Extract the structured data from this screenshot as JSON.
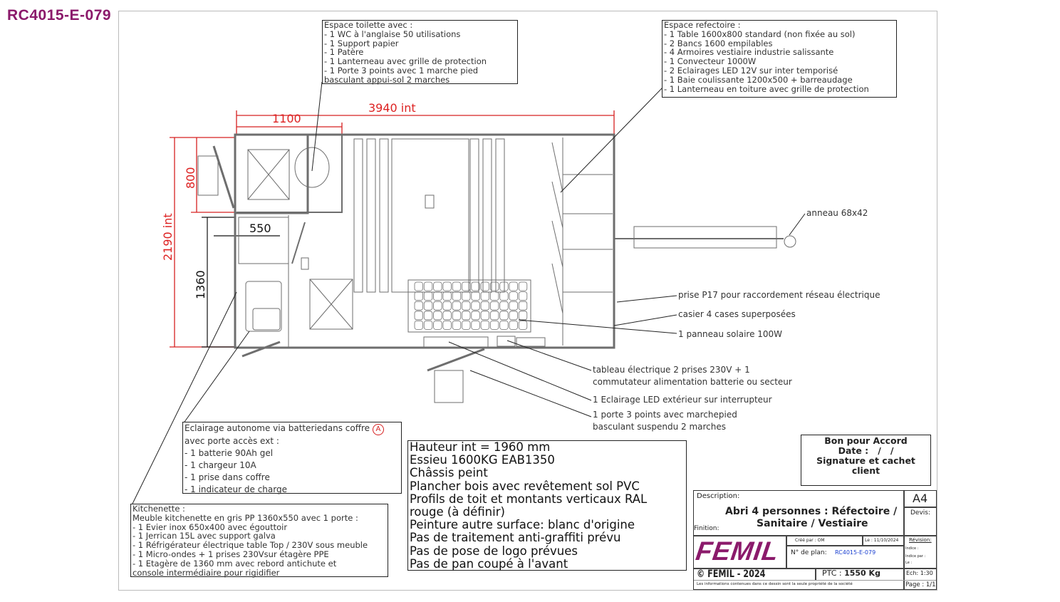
{
  "plan_reference": "RC4015-E-079",
  "dimensions": {
    "length_int": "3940 int",
    "toilet_length": "1100",
    "width_int": "2190 int",
    "toilet_depth": "800",
    "kitchen_depth": "550",
    "kitchen_length": "1360"
  },
  "boxes": {
    "toilet": {
      "title": "Espace toilette avec :",
      "lines": [
        "- 1 WC à l'anglaise 50 utilisations",
        "- 1 Support papier",
        "- 1 Patère",
        "- 1 Lanterneau avec grille de protection",
        "- 1 Porte 3 points avec 1 marche pied",
        "basculant appui-sol 2 marches"
      ]
    },
    "refectoire": {
      "title": "Espace refectoire :",
      "lines": [
        "- 1 Table 1600x800 standard (non fixée au sol)",
        "- 2 Bancs 1600 empilables",
        "- 4 Armoires vestiaire industrie salissante",
        "- 1 Convecteur 1000W",
        "- 2 Eclairages LED 12V sur inter temporisé",
        "- 1 Baie coulissante 1200x500 + barreaudage",
        "- 1 Lanterneau en toiture avec grille de protection"
      ]
    },
    "eclairage": {
      "title": "Eclairage autonome via batteriedans coffre",
      "marker": "A",
      "lines": [
        "avec porte accès ext :",
        "- 1 batterie 90Ah gel",
        "- 1 chargeur 10A",
        "- 1 prise dans coffre",
        "- 1 indicateur de charge"
      ]
    },
    "kitchenette": {
      "title": "Kitchenette :",
      "lines": [
        "Meuble kitchenette en gris PP 1360x550 avec 1 porte :",
        "- 1 Evier inox 650x400 avec égouttoir",
        "- 1 Jerrican 15L avec support galva",
        "- 1 Réfrigérateur électrique table Top / 230V sous meuble",
        "- 1 Micro-ondes + 1 prises 230Vsur étagère PPE",
        "- 1 Etagère de 1360 mm avec rebord antichute et",
        "console intermédiaire pour rigidifier"
      ]
    }
  },
  "annotations": {
    "anneau": "anneau 68x42",
    "prise": "prise P17 pour raccordement réseau électrique",
    "casier": "casier 4 cases superposées",
    "panneau": "1 panneau solaire 100W",
    "tableau_1": "tableau électrique 2 prises 230V + 1",
    "tableau_2": "commutateur alimentation batterie ou secteur",
    "eclairage_led": "1 Eclairage LED extérieur sur interrupteur",
    "porte_1": "1 porte 3 points avec marchepied",
    "porte_2": "basculant suspendu 2 marches"
  },
  "specs": [
    "Hauteur int = 1960 mm",
    "Essieu 1600KG EAB1350",
    "Châssis peint",
    "Plancher bois avec revêtement sol PVC",
    "Profils de toit et montants verticaux RAL",
    "rouge (à définir)",
    "Peinture autre surface:  blanc d'origine",
    "Pas de traitement anti-graffiti prévu",
    "Pas de  pose de logo prévues",
    "Pas de pan coupé à l'avant"
  ],
  "approval": {
    "line1": "Bon pour Accord",
    "line2": "Date :   /   /",
    "line3": "Signature et cachet client"
  },
  "title_block": {
    "description_label": "Description:",
    "description_1": "Abri 4 personnes : Réfectoire  /",
    "description_2": "Sanitaire / Vestiaire",
    "finition_label": "Finition:",
    "format": "A4",
    "devis_label": "Devis:",
    "logo": "FEMIL",
    "cree_par": "Créé par : OM",
    "date": "Le : 11/10/2024",
    "revision_label": "Révision:",
    "indice": "Indice :",
    "indice_par": "Indice par :",
    "le": "Le :",
    "plan_label": "N° de plan:",
    "plan_number": "RC4015-E-079",
    "copyright": "© FEMIL - 2024",
    "ptc_label": "PTC :",
    "ptc_value": "1550 Kg",
    "scale": "Ech: 1:30",
    "page": "Page : 1/1",
    "notice": "Les informations contenues dans ce dessin sont la seule propriété de la société"
  },
  "colors": {
    "brand": "#8b1a6b",
    "dimension": "#d62020",
    "structure": "#6e6e6e"
  }
}
